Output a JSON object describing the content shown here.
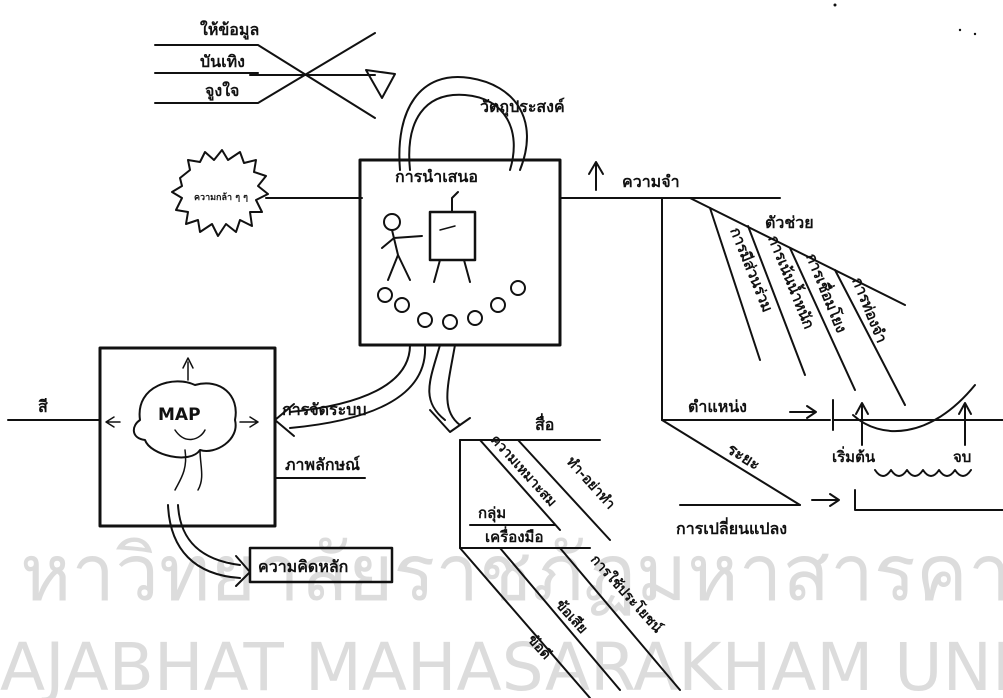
{
  "watermark": {
    "thai": "หาวิทยาลัยราชภัฏมหาสารคาม",
    "english": "AJABHAT MAHASARAKHAM UNIVERSITY"
  },
  "center": {
    "presentation": "การนำเสนอ"
  },
  "objective": {
    "title": "วัตถุประสงค์",
    "items": [
      "ให้ข้อมูล",
      "บันเทิง",
      "จูงใจ"
    ]
  },
  "creativity": "ความกล้า ๆ ๆ",
  "memory": {
    "title": "ความจำ",
    "helper": "ตัวช่วย",
    "branches": [
      "การมีส่วนร่วม",
      "การเน้นน้ำหนัก",
      "การเชื่อมโยง",
      "การท่องจำ"
    ],
    "position": "ตำแหน่ง",
    "distance": "ระยะ",
    "change": "การเปลี่ยนแปลง",
    "start": "เริ่มต้น",
    "end": "จบ"
  },
  "map_box": {
    "label": "MAP",
    "color": "สี",
    "organize": "การจัดระบบ",
    "symbol": "ภาพลักษณ์",
    "main_idea": "ความคิดหลัก"
  },
  "media": {
    "title": "สื่อ",
    "suitability": "ความเหมาะสม",
    "dos_donts": "ทำ-อย่าทำ",
    "group": "กลุ่ม",
    "tools": "เครื่องมือ",
    "benefit": "การใช้ประโยชน์",
    "cons": "ข้อเสีย",
    "pros": "ข้อดี"
  }
}
